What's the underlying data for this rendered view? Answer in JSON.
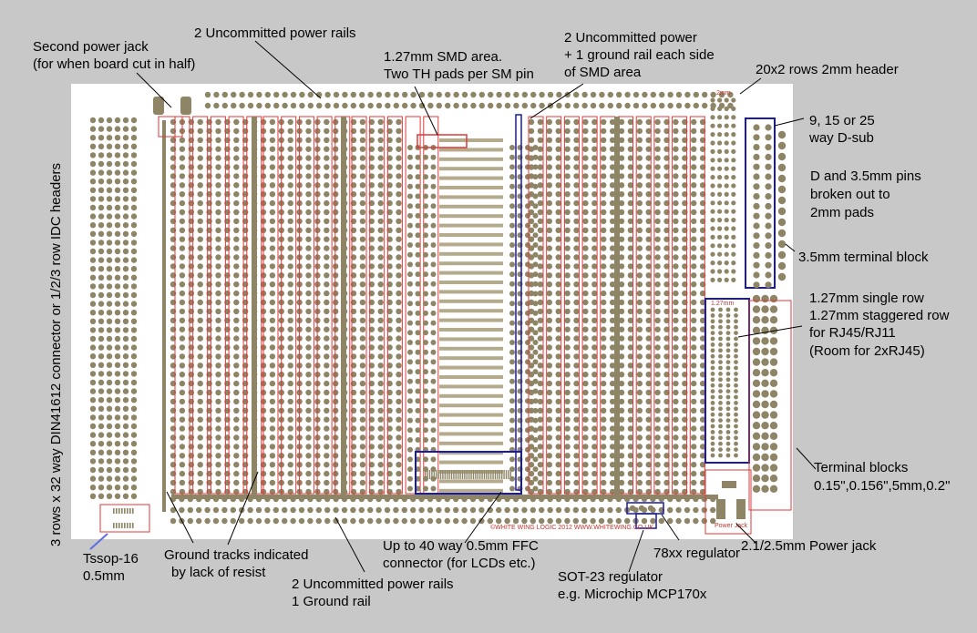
{
  "labels": {
    "second_jack_1": "Second power jack",
    "second_jack_2": "(for when board cut in half)",
    "rails_top": "2 Uncommitted power rails",
    "smd_1": "1.27mm SMD area.",
    "smd_2": "Two TH pads per SM pin",
    "ground_rail_1": "2 Uncommitted power",
    "ground_rail_2": "+ 1 ground rail each side",
    "ground_rail_3": "of SMD area",
    "header_2mm": "20x2 rows 2mm header",
    "dsub_1": "9, 15 or 25",
    "dsub_2": "way D-sub",
    "pins_1": "D and 3.5mm pins",
    "pins_2": "broken out to",
    "pins_3": "2mm pads",
    "terminal_35": "3.5mm terminal block",
    "single_row_1": "1.27mm single row",
    "single_row_2": "1.27mm staggered row",
    "single_row_3": "for RJ45/RJ11",
    "single_row_4": "(Room for 2xRJ45)",
    "terminal_blocks_1": "Terminal blocks",
    "terminal_blocks_2": "0.15\",0.156\",5mm,0.2\"",
    "power_jack": "2.1/2.5mm Power jack",
    "regulator_78": "78xx regulator",
    "sot23_1": "SOT-23 regulator",
    "sot23_2": "e.g. Microchip MCP170x",
    "ffc_1": "Up to 40 way 0.5mm FFC",
    "ffc_2": "connector (for LCDs etc.)",
    "rails_bottom_1": "2 Uncommitted power rails",
    "rails_bottom_2": "1 Ground rail",
    "ground_tracks_1": "Ground tracks indicated",
    "ground_tracks_2": "by lack of resist",
    "tssop_1": "Tssop-16",
    "tssop_2": "0.5mm",
    "vertical": "3 rows x 32 way  DIN41612 connector or 1/2/3 row IDC headers"
  },
  "silkscreen": {
    "credit": "©WHITE WING LOGIC 2012  WWW.WHITEWING.CO.UK",
    "power_jack": "Power Jack",
    "header_2mm": "2mm",
    "row_127": "1.27mm"
  },
  "colors": {
    "background": "#c8c8c8",
    "board": "#ffffff",
    "pad": "#8e8567",
    "pad_light": "#b3ab8b",
    "resist_outline": "#e03a3a",
    "highlight_box": "#1a1aa8",
    "leader_line": "#000000"
  }
}
